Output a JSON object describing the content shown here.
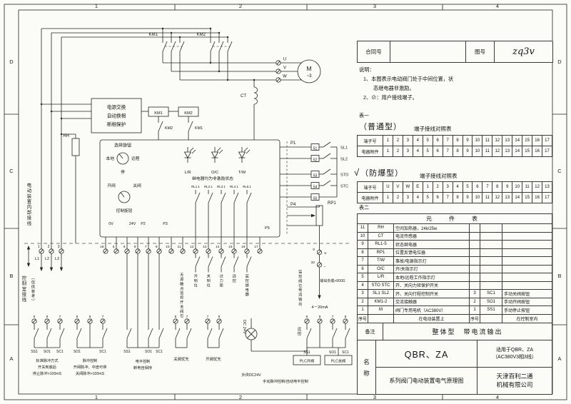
{
  "frame": {
    "top": [
      "1",
      "2",
      "3",
      "4"
    ],
    "bottom": [
      "1",
      "2",
      "3",
      "4"
    ],
    "left": [
      "D",
      "C",
      "B",
      "A"
    ],
    "right": [
      "D",
      "C",
      "B",
      "A"
    ]
  },
  "header": {
    "contract_label": "合同号",
    "drawing_label": "图号",
    "drawing_no": "zq3v"
  },
  "notes": {
    "title": "说明：",
    "l1": "1、本图表示电动阀门处于中间位置，状",
    "l1b": "态继电器非激励。",
    "l2": "2、⊘：用户接线端子。"
  },
  "table1": {
    "tag": "表一",
    "type_label": "（普通型）",
    "title": "端子接线对照表",
    "row1_label": "端子号",
    "row1": [
      "1",
      "2",
      "3",
      "4",
      "5",
      "6",
      "7",
      "8",
      "9",
      "10",
      "11",
      "12",
      "13",
      "14",
      "15",
      "16",
      "17"
    ],
    "row2_label": "电器附件",
    "row2": [
      "1",
      "2",
      "3",
      "4",
      "5",
      "6",
      "7",
      "8",
      "9",
      "10",
      "11",
      "12",
      "13",
      "14",
      "15",
      "16",
      "17"
    ]
  },
  "table2": {
    "check": "√",
    "type_label": "（防爆型）",
    "title": "端子接线对照表",
    "row1_label": "端子号",
    "row1": [
      "U",
      "V",
      "W",
      "E",
      "1",
      "2",
      "3",
      "4",
      "5",
      "6",
      "7",
      "8",
      "9",
      "10",
      "11",
      "12",
      "13"
    ],
    "row2_label": "电器附件",
    "row2": [
      "1",
      "2",
      "3",
      "4",
      "5",
      "6",
      "7",
      "8",
      "9",
      "10",
      "11",
      "12",
      "13",
      "14",
      "15",
      "16",
      "17"
    ]
  },
  "component_table": {
    "tag": "表二",
    "title": "元　件　表",
    "rows": [
      {
        "no": "11",
        "code": "RH",
        "name": "空间加热器，24k/25w",
        "no2": "",
        "code2": "",
        "name2": ""
      },
      {
        "no": "10",
        "code": "CT",
        "name": "电流传感器",
        "no2": "",
        "code2": "",
        "name2": ""
      },
      {
        "no": "9",
        "code": "RL1-5",
        "name": "状态继电器",
        "no2": "",
        "code2": "",
        "name2": ""
      },
      {
        "no": "8",
        "code": "RP1",
        "name": "位置反馈电位器",
        "no2": "",
        "code2": "",
        "name2": ""
      },
      {
        "no": "7",
        "code": "T/W",
        "name": "事故/电源指示灯",
        "no2": "",
        "code2": "",
        "name2": ""
      },
      {
        "no": "6",
        "code": "O/C",
        "name": "开/关指示灯",
        "no2": "",
        "code2": "",
        "name2": ""
      },
      {
        "no": "5",
        "code": "L/R",
        "name": "本地/远程工作指示灯",
        "no2": "",
        "code2": "",
        "name2": ""
      },
      {
        "no": "4",
        "code": "STO STC",
        "name": "开、关向力矩保护开关",
        "no2": "",
        "code2": "",
        "name2": ""
      },
      {
        "no": "3",
        "code": "SL1 SL2",
        "name": "开、关向行程控制开关",
        "no2": "3",
        "code2": "SC1",
        "name2": "手动关阀按钮"
      },
      {
        "no": "2",
        "code": "KM1-2",
        "name": "交流接触器",
        "no2": "2",
        "code2": "SO1",
        "name2": "手动开阀按钮"
      },
      {
        "no": "1",
        "code": "M",
        "name": "阀门专用电机（AC380V）",
        "no2": "1",
        "code2": "SS1",
        "name2": "手动停止按钮"
      }
    ],
    "footer": {
      "seq1": "序号",
      "left": "在电动装置上",
      "seq2": "序号",
      "right": "在控制室内"
    }
  },
  "remark": {
    "label": "备注",
    "text": "整体型　带电流输出"
  },
  "titleblock": {
    "name1": "名",
    "name2": "称",
    "model": "QBR、ZA",
    "series": "系列阀门电动装置电气原理图",
    "apply1": "适用于QBR、ZA",
    "apply2": "（AC380V3相3线）",
    "company1": "天津百利二通",
    "company2": "机械有限公司"
  },
  "schematic": {
    "km1": "KM1",
    "km2": "KM2",
    "u": "U",
    "v": "V",
    "w": "W",
    "motor": "M",
    "motor_phase": "~3",
    "ct": "CT",
    "power_box": [
      "电源交换",
      "自动换相",
      "断相保护"
    ],
    "rh": "RH",
    "selector_label": "选择旋钮",
    "local": "本地",
    "remote": "远程",
    "stop": "停",
    "lamp_lr": "L/R",
    "lamp_oc": "O/C",
    "lamp_tw": "T/W",
    "open_label": "开阀",
    "close_label": "关阀",
    "control_label": "控制旋钮",
    "relay_note": "继电器均为非激励状态",
    "relay_contacts": [
      "RL1.1",
      "RL2.1",
      "RL3.1",
      "RL4.1",
      "RL5.1"
    ],
    "p1": "P1",
    "p2": "P2",
    "p3": "P3",
    "p4": "P4",
    "p5": "P5",
    "v0": "0V",
    "v24": "24V",
    "limit_terms": [
      "51",
      "52",
      "53",
      "54",
      "55"
    ],
    "sl1": "SL1",
    "sl2": "SL2",
    "sto": "STO",
    "stc": "STC",
    "rp1": "RP1",
    "phase_terms": [
      "1",
      "2",
      "3"
    ],
    "phase_labels": [
      "L1",
      "L2",
      "L3"
    ],
    "terminals": [
      "18",
      "5",
      "6",
      "9",
      "7",
      "8",
      "10",
      "11",
      "12",
      "13",
      "14",
      "15",
      "16",
      "17"
    ],
    "t_out1": "0",
    "t_plus": "+",
    "t_out2": "32",
    "t_minus": "-",
    "passive_label": "无源触点监控开关阀位",
    "sig_labels": [
      "开到位",
      "关到位",
      "过力矩",
      "远控",
      "监控继电器"
    ],
    "current_label": "监控阀位电流输出",
    "load_label": "输出负载<600Ω",
    "ma_label": "4－20mA",
    "inner_label": "电动装置内部接线",
    "room_label": "控制室接线",
    "room_label2": "（仅供参考）",
    "ss1": "SS1",
    "so1": "SO1",
    "sc1": "SC1",
    "g1_terms": [
      "6",
      "9",
      "7"
    ],
    "g2_terms": [
      "8",
      "9",
      "7"
    ],
    "g4_terms": [
      "8",
      "7"
    ],
    "g5_terms": [
      "7",
      "8"
    ],
    "g7_terms": [
      "6",
      "9",
      "7",
      "8"
    ],
    "g1_cap": [
      "标准脉冲方式",
      "开关到底后",
      "停止脉冲>100mS"
    ],
    "g2_cap": [
      "脉冲控制",
      "开阀脉冲、中途可停",
      "关阀脉冲>100mS"
    ],
    "g3_cap": [
      "电平控制",
      "断电自保持"
    ],
    "g4_cap": "关阀优先",
    "g5_cap": "开阀优先",
    "dc24": "DC 24V",
    "dc24_ext": "外供DC24V",
    "manual_cap": "手动脉冲控制/自动电平控制",
    "plc_open": "PLC开阀",
    "plc_close": "PLC关阀",
    "remote_vert": "远控"
  }
}
